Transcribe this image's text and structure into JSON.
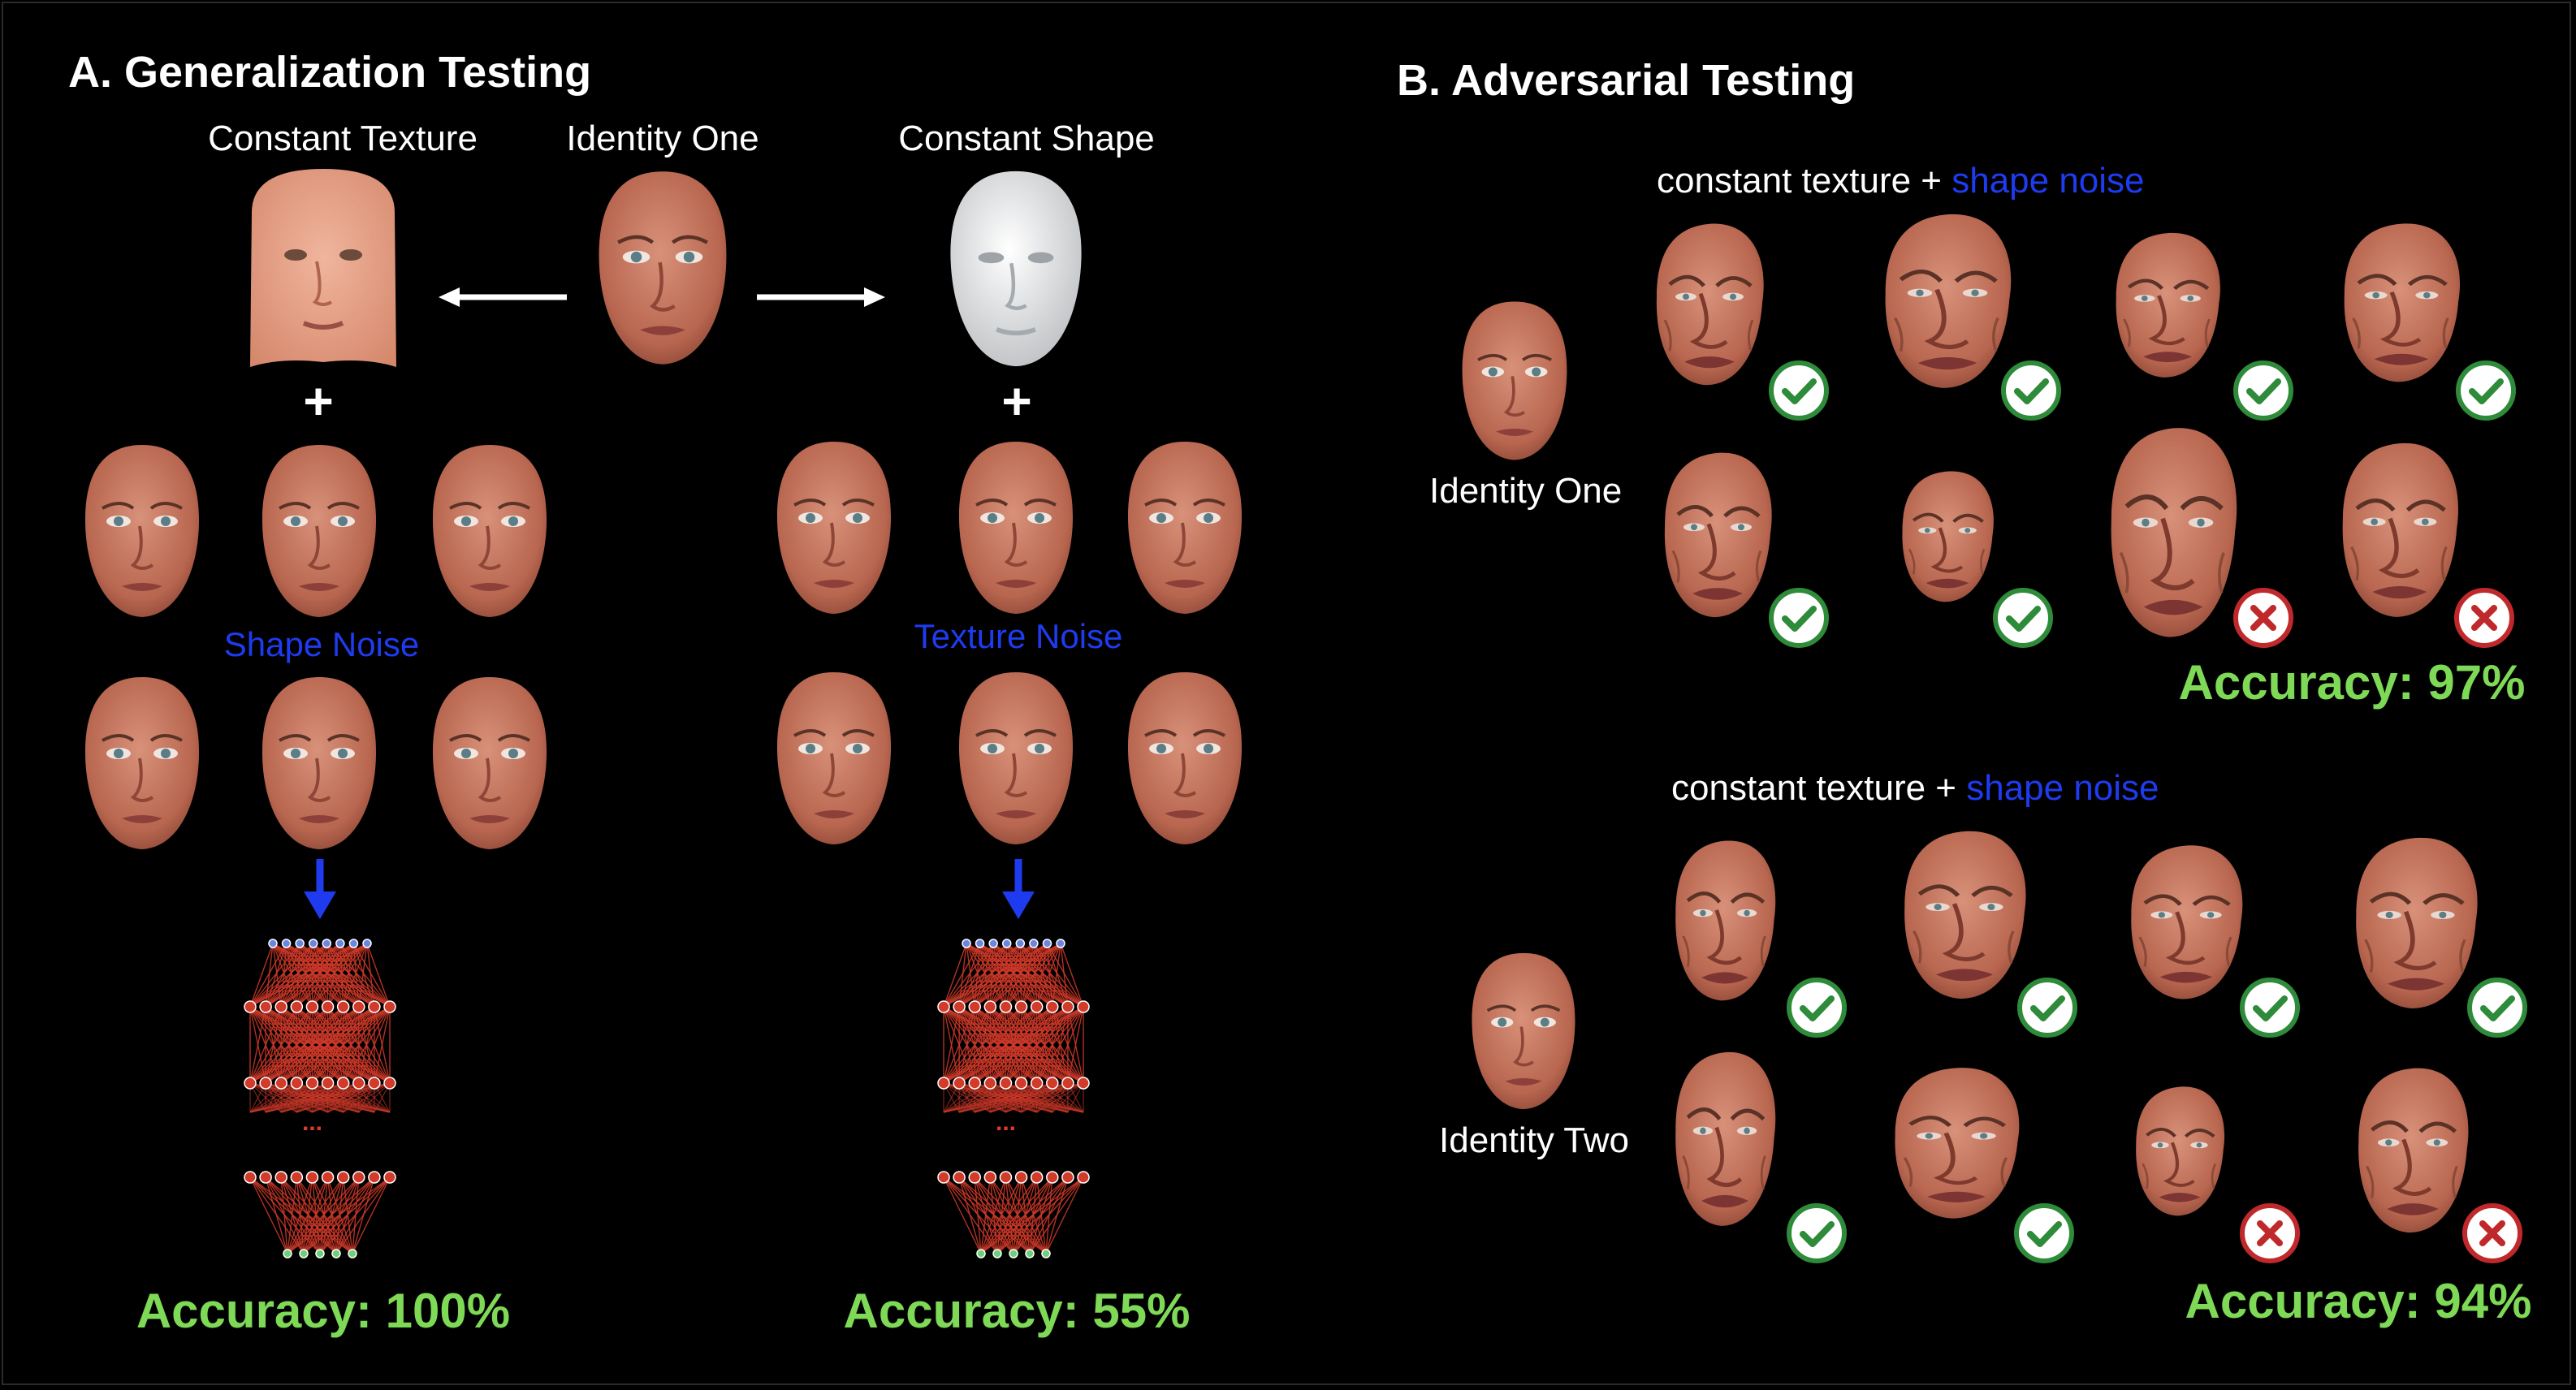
{
  "panel_a": {
    "title": "A. Generalization Testing",
    "label_constant_texture": "Constant Texture",
    "label_identity_one": "Identity One",
    "label_constant_shape": "Constant Shape",
    "plus": "+",
    "shape_noise": "Shape Noise",
    "texture_noise": "Texture Noise",
    "network_ellipsis": "...",
    "accuracy_left": "Accuracy: 100%",
    "accuracy_right": "Accuracy: 55%"
  },
  "panel_b": {
    "title": "B. Adversarial Testing",
    "group1": {
      "label_prefix": "constant texture + ",
      "label_noise": "shape noise",
      "identity": "Identity One",
      "accuracy": "Accuracy: 97%",
      "results": [
        "correct",
        "correct",
        "correct",
        "correct",
        "correct",
        "correct",
        "wrong",
        "wrong"
      ]
    },
    "group2": {
      "label_prefix": "constant texture + ",
      "label_noise": "shape noise",
      "identity": "Identity Two",
      "accuracy": "Accuracy: 94%",
      "results": [
        "correct",
        "correct",
        "correct",
        "correct",
        "correct",
        "correct",
        "wrong",
        "wrong"
      ]
    }
  },
  "colors": {
    "accuracy_green": "#7ed957",
    "noise_blue": "#1f3bf0",
    "check_green": "#2e8b3a",
    "cross_red": "#c0292b",
    "skin": "#c77a5c",
    "network_red": "#d23a2a"
  },
  "icons": [
    "face-image",
    "neural-network-icon",
    "check-icon",
    "cross-icon",
    "arrow-left-icon",
    "arrow-right-icon",
    "arrow-down-icon"
  ]
}
